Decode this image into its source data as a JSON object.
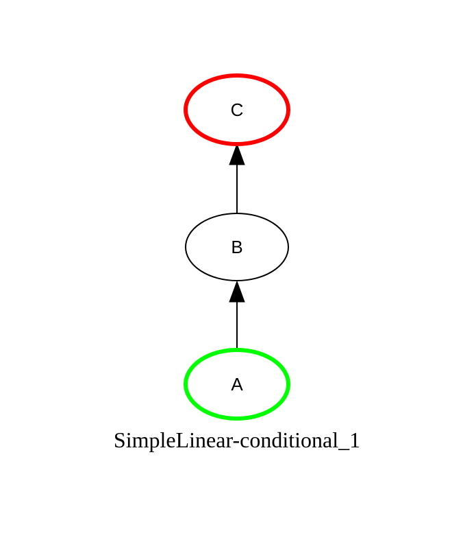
{
  "graph": {
    "label": "SimpleLinear-conditional_1",
    "nodes": [
      {
        "id": "C",
        "label": "C",
        "stroke": "#ff0000",
        "highlight": "goal"
      },
      {
        "id": "B",
        "label": "B",
        "stroke": "#000000",
        "highlight": "none"
      },
      {
        "id": "A",
        "label": "A",
        "stroke": "#00ff00",
        "highlight": "start"
      }
    ],
    "edges": [
      {
        "from": "A",
        "to": "B"
      },
      {
        "from": "B",
        "to": "C"
      }
    ]
  }
}
